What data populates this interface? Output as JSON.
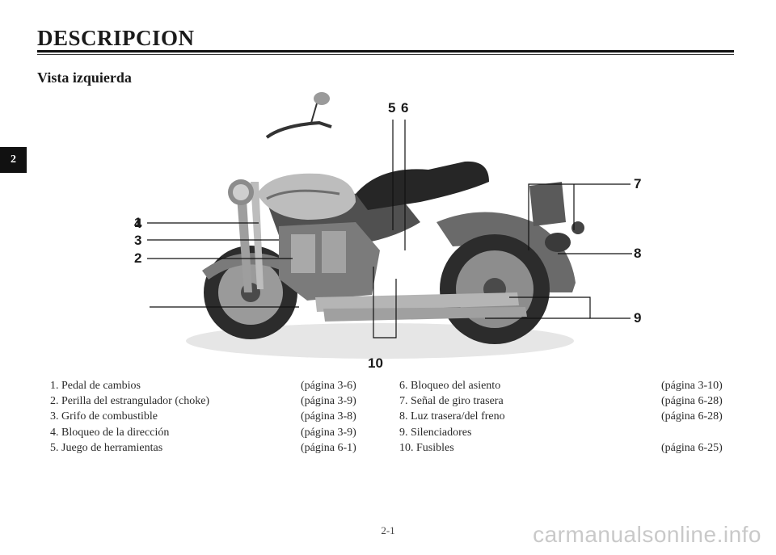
{
  "header": {
    "title": "DESCRIPCION",
    "subtitle": "Vista izquierda",
    "chapter_tab": "2"
  },
  "callouts": [
    "1",
    "2",
    "3",
    "4",
    "5",
    "6",
    "7",
    "8",
    "9",
    "10"
  ],
  "parts_left": [
    {
      "name": "1. Pedal de cambios",
      "page": "(página 3-6)"
    },
    {
      "name": "2. Perilla del estrangulador (choke)",
      "page": "(página 3-9)"
    },
    {
      "name": "3. Grifo de combustible",
      "page": "(página 3-8)"
    },
    {
      "name": "4. Bloqueo de la dirección",
      "page": "(página 3-9)"
    },
    {
      "name": "5. Juego de herramientas",
      "page": "(página 6-1)"
    }
  ],
  "parts_right": [
    {
      "name": "6. Bloqueo del asiento",
      "page": "(página 3-10)"
    },
    {
      "name": "7. Señal de giro trasera",
      "page": "(página 6-28)"
    },
    {
      "name": "8. Luz trasera/del freno",
      "page": "(página 6-28)"
    },
    {
      "name": "9. Silenciadores",
      "page": ""
    },
    {
      "name": "10. Fusibles",
      "page": "(página 6-25)"
    }
  ],
  "footer": {
    "page_number": "2-1",
    "watermark": "carmanualsonline.info"
  }
}
